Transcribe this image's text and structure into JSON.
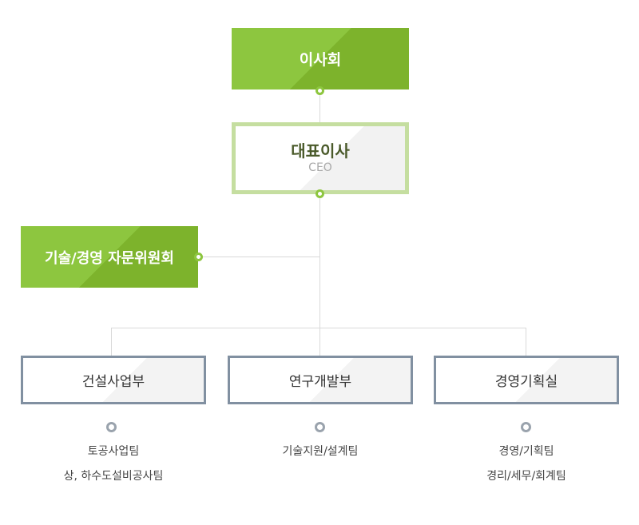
{
  "board": "이사회",
  "ceo": {
    "title": "대표이사",
    "subtitle": "CEO"
  },
  "advisory": "기술/경영 자문위원회",
  "departments": [
    {
      "name": "건설사업부",
      "teams": [
        "토공사업팀",
        "상, 하수도설비공사팀"
      ]
    },
    {
      "name": "연구개발부",
      "teams": [
        "기술지원/설계팀"
      ]
    },
    {
      "name": "경영기획실",
      "teams": [
        "경영/기획팀",
        "경리/세무/회계팀"
      ]
    }
  ],
  "colors": {
    "green": "#8dc63f",
    "ceo_border": "#c5dea0",
    "dept_border": "#8190a1",
    "line": "#d9d9d9"
  }
}
